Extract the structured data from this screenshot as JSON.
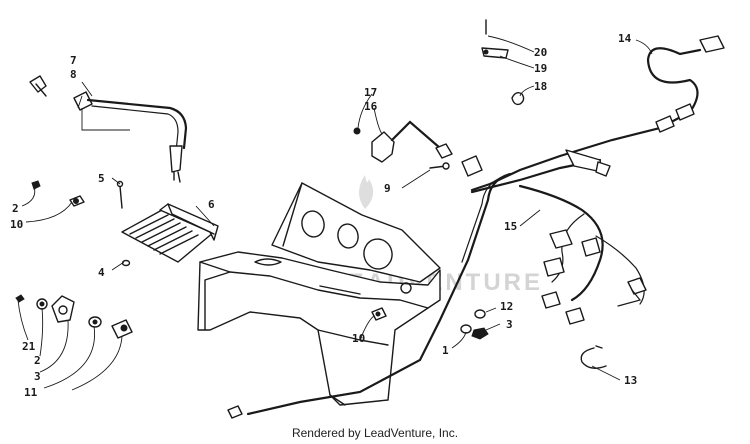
{
  "watermark": {
    "text": "LEADVENTURE"
  },
  "footer": {
    "text": "Rendered by LeadVenture, Inc."
  },
  "callouts": [
    {
      "id": "c1",
      "label": "1"
    },
    {
      "id": "c2a",
      "label": "2"
    },
    {
      "id": "c2b",
      "label": "2"
    },
    {
      "id": "c3a",
      "label": "3"
    },
    {
      "id": "c3b",
      "label": "3"
    },
    {
      "id": "c4",
      "label": "4"
    },
    {
      "id": "c5",
      "label": "5"
    },
    {
      "id": "c6",
      "label": "6"
    },
    {
      "id": "c7",
      "label": "7"
    },
    {
      "id": "c8",
      "label": "8"
    },
    {
      "id": "c9",
      "label": "9"
    },
    {
      "id": "c10a",
      "label": "10"
    },
    {
      "id": "c10b",
      "label": "10"
    },
    {
      "id": "c11",
      "label": "11"
    },
    {
      "id": "c12",
      "label": "12"
    },
    {
      "id": "c13",
      "label": "13"
    },
    {
      "id": "c14",
      "label": "14"
    },
    {
      "id": "c15",
      "label": "15"
    },
    {
      "id": "c16",
      "label": "16"
    },
    {
      "id": "c17",
      "label": "17"
    },
    {
      "id": "c18",
      "label": "18"
    },
    {
      "id": "c19",
      "label": "19"
    },
    {
      "id": "c20",
      "label": "20"
    },
    {
      "id": "c21",
      "label": "21"
    }
  ]
}
